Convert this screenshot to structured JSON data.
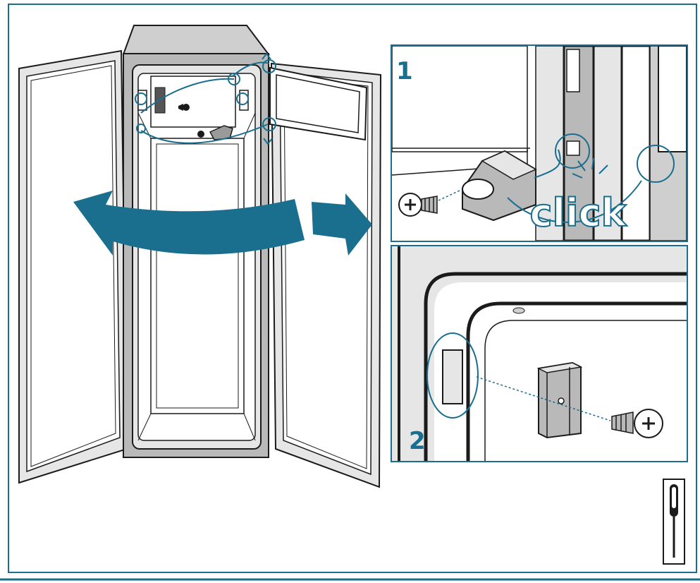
{
  "colors": {
    "accent": "#1a6e8e",
    "line": "#1b1b1b",
    "gray_light": "#e6e6e6",
    "gray_mid": "#cfcfcf",
    "gray_dark": "#b9b9b9"
  },
  "steps": [
    {
      "number": "1",
      "annotation": "click"
    },
    {
      "number": "2"
    }
  ],
  "icons": {
    "main_arrow": "curved-double-arrow-icon",
    "tool": "screwdriver-icon",
    "screw": "screw-icon"
  }
}
